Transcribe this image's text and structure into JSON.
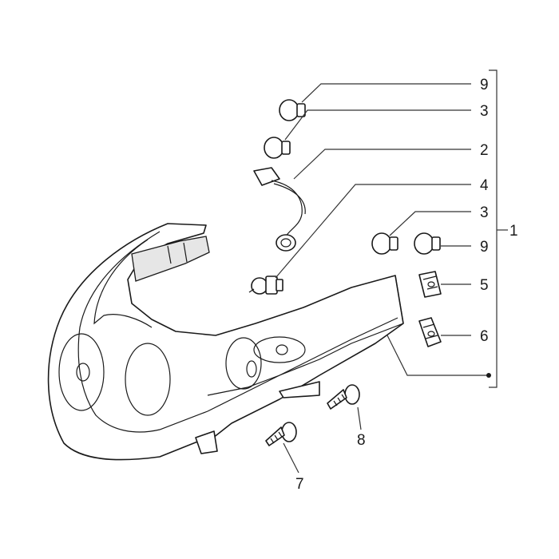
{
  "callouts": {
    "c9_top": "9",
    "c3_top": "3",
    "c2": "2",
    "c4": "4",
    "c3_mid": "3",
    "c9_mid": "9",
    "c5": "5",
    "c6": "6",
    "c1": "1",
    "c8": "8",
    "c7": "7"
  }
}
